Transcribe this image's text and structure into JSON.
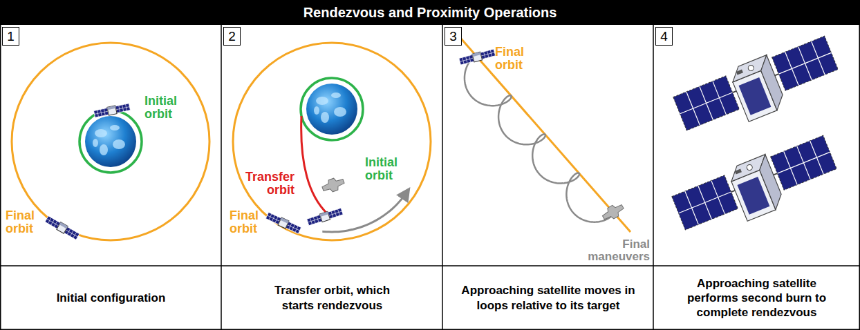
{
  "diagram": {
    "title": "Rendezvous and Proximity Operations",
    "nodes": [
      {
        "text": [
          "1"
        ]
      },
      {
        "text": [
          "2"
        ]
      },
      {
        "text": [
          "3"
        ]
      },
      {
        "text": [
          "4"
        ]
      },
      {
        "text": [
          "Initial configuration"
        ]
      },
      {
        "text": [
          "Transfer orbit, which starts rendezvous"
        ]
      },
      {
        "text": [
          "Approaching satellite moves in loops relative to its target"
        ]
      },
      {
        "text": [
          "Approaching satellite performs second burn to complete rendezvous"
        ]
      }
    ],
    "labels": [
      "Initial orbit",
      "Final orbit",
      "Transfer orbit",
      "Initial orbit",
      "Final orbit",
      "Final orbit",
      "Final maneuvers"
    ]
  }
}
